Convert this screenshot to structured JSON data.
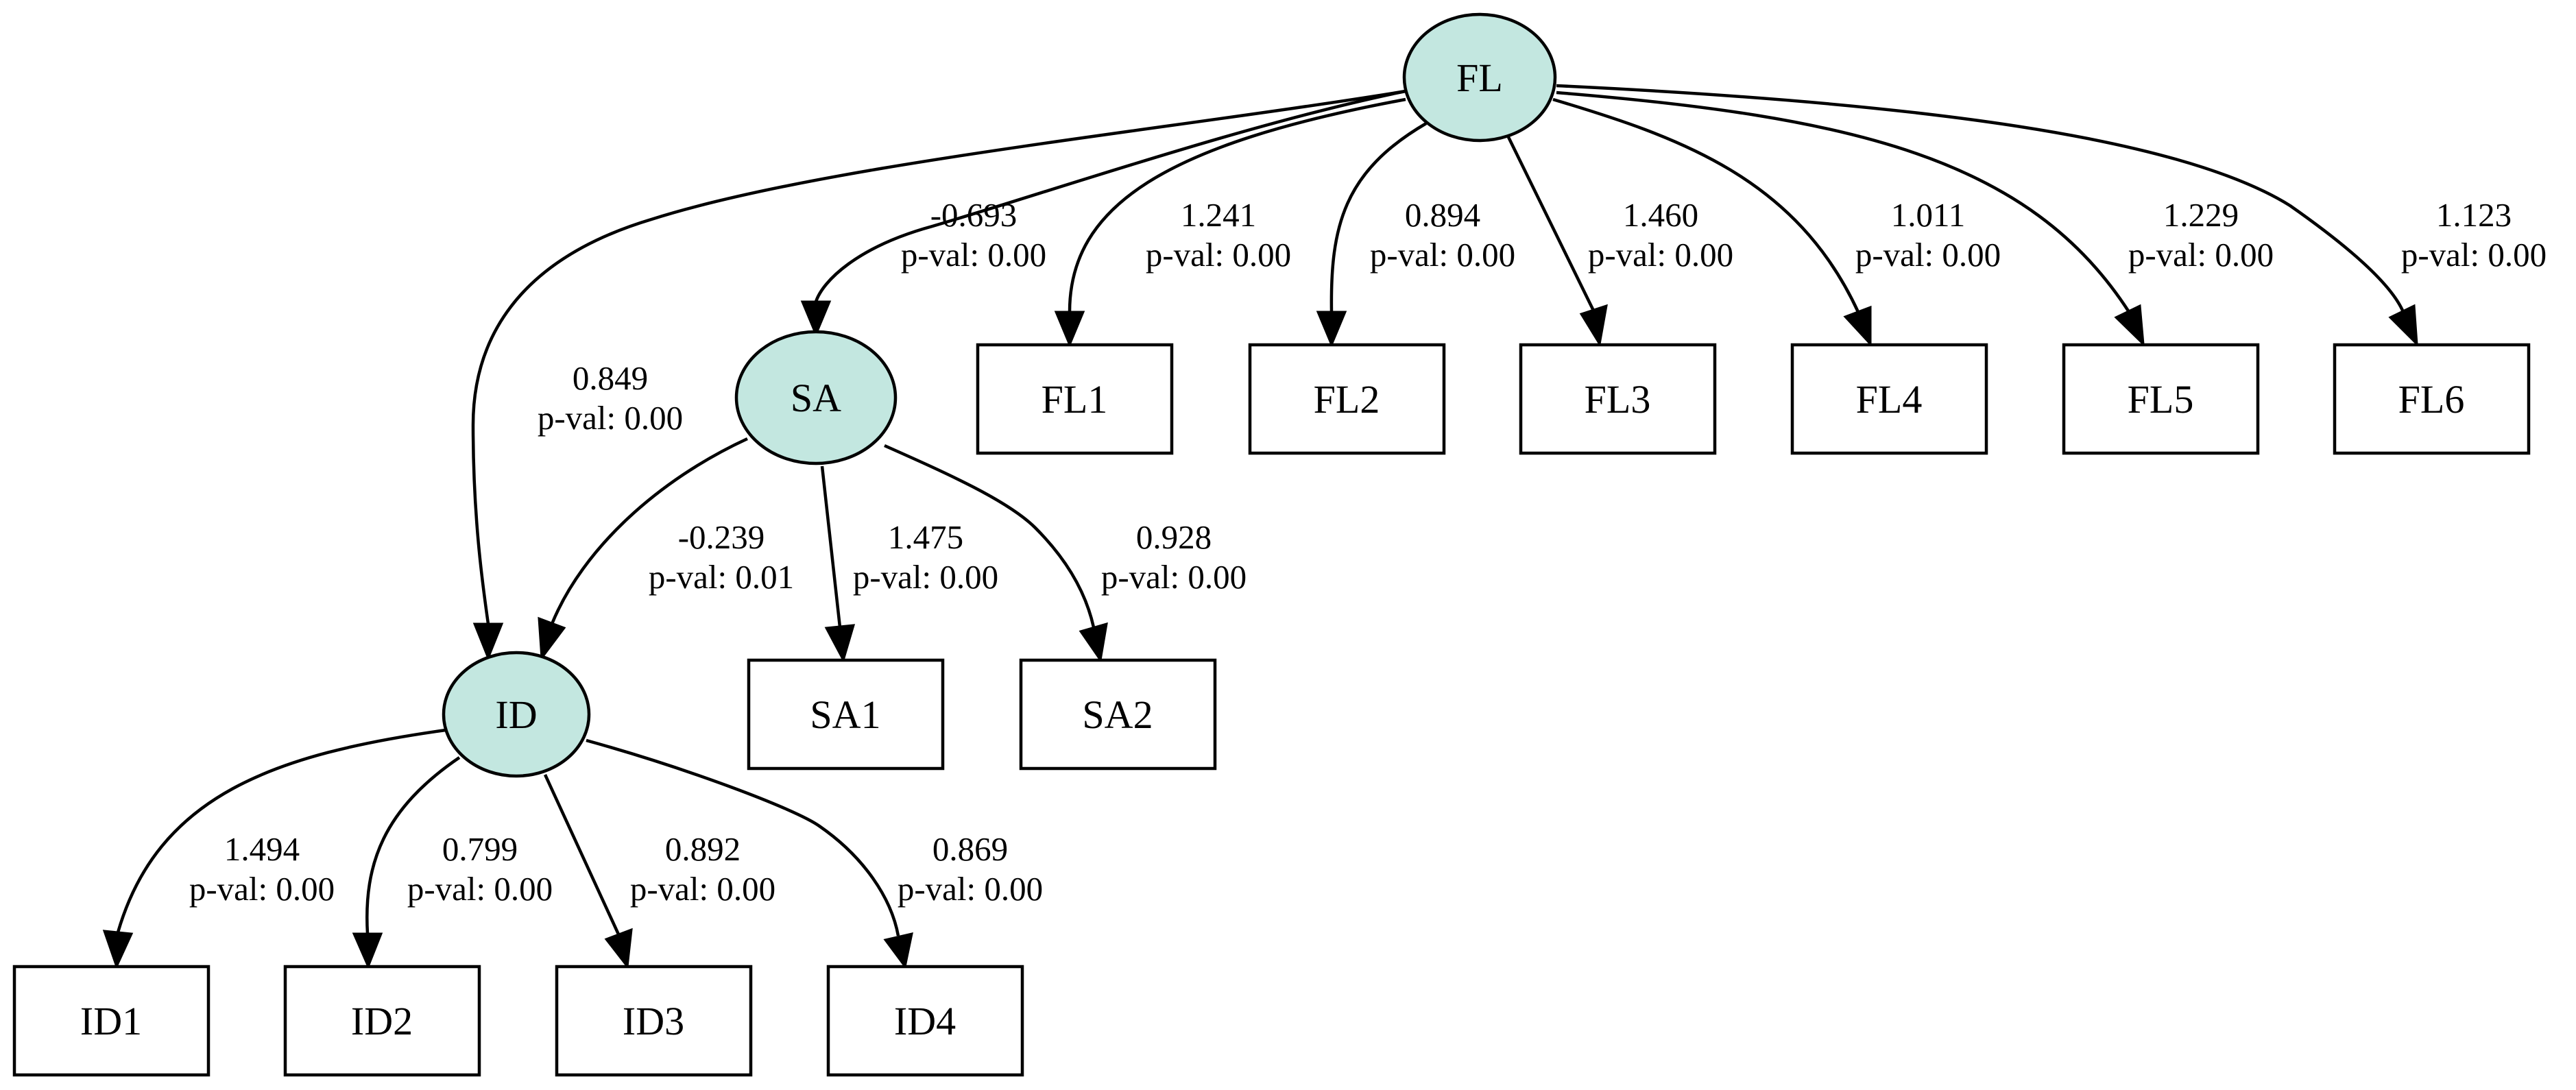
{
  "colors": {
    "latent_fill": "#c3e7e0",
    "stroke": "#000000",
    "background": "#ffffff"
  },
  "nodes": {
    "FL": "FL",
    "SA": "SA",
    "ID": "ID",
    "FL1": "FL1",
    "FL2": "FL2",
    "FL3": "FL3",
    "FL4": "FL4",
    "FL5": "FL5",
    "FL6": "FL6",
    "SA1": "SA1",
    "SA2": "SA2",
    "ID1": "ID1",
    "ID2": "ID2",
    "ID3": "ID3",
    "ID4": "ID4"
  },
  "edges": [
    {
      "from": "FL",
      "to": "SA",
      "estimate": "-0.693",
      "pval": "p-val: 0.00"
    },
    {
      "from": "FL",
      "to": "ID",
      "estimate": "0.849",
      "pval": "p-val: 0.00"
    },
    {
      "from": "FL",
      "to": "FL1",
      "estimate": "1.241",
      "pval": "p-val: 0.00"
    },
    {
      "from": "FL",
      "to": "FL2",
      "estimate": "0.894",
      "pval": "p-val: 0.00"
    },
    {
      "from": "FL",
      "to": "FL3",
      "estimate": "1.460",
      "pval": "p-val: 0.00"
    },
    {
      "from": "FL",
      "to": "FL4",
      "estimate": "1.011",
      "pval": "p-val: 0.00"
    },
    {
      "from": "FL",
      "to": "FL5",
      "estimate": "1.229",
      "pval": "p-val: 0.00"
    },
    {
      "from": "FL",
      "to": "FL6",
      "estimate": "1.123",
      "pval": "p-val: 0.00"
    },
    {
      "from": "SA",
      "to": "ID",
      "estimate": "-0.239",
      "pval": "p-val: 0.01"
    },
    {
      "from": "SA",
      "to": "SA1",
      "estimate": "1.475",
      "pval": "p-val: 0.00"
    },
    {
      "from": "SA",
      "to": "SA2",
      "estimate": "0.928",
      "pval": "p-val: 0.00"
    },
    {
      "from": "ID",
      "to": "ID1",
      "estimate": "1.494",
      "pval": "p-val: 0.00"
    },
    {
      "from": "ID",
      "to": "ID2",
      "estimate": "0.799",
      "pval": "p-val: 0.00"
    },
    {
      "from": "ID",
      "to": "ID3",
      "estimate": "0.892",
      "pval": "p-val: 0.00"
    },
    {
      "from": "ID",
      "to": "ID4",
      "estimate": "0.869",
      "pval": "p-val: 0.00"
    }
  ]
}
